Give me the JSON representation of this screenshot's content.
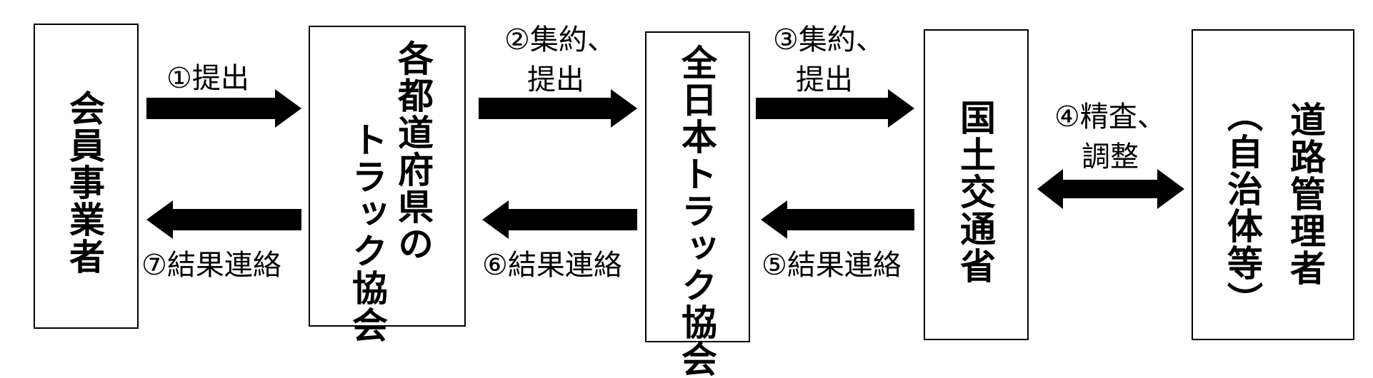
{
  "nodes": {
    "member": "会員事業者",
    "prefecture_line1": "各都道府県の",
    "prefecture_line2": "トラック協会",
    "national": "全日本トラック協会",
    "mlit": "国土交通省",
    "road_manager_line1": "道路管理者",
    "road_manager_line2": "（自治体等）"
  },
  "steps": {
    "s1": "①提出",
    "s2_line1": "②集約、",
    "s2_line2": "提出",
    "s3_line1": "③集約、",
    "s3_line2": "提出",
    "s4_line1": "④精査、",
    "s4_line2": "調整",
    "s5": "⑤結果連絡",
    "s6": "⑥結果連絡",
    "s7": "⑦結果連絡"
  }
}
